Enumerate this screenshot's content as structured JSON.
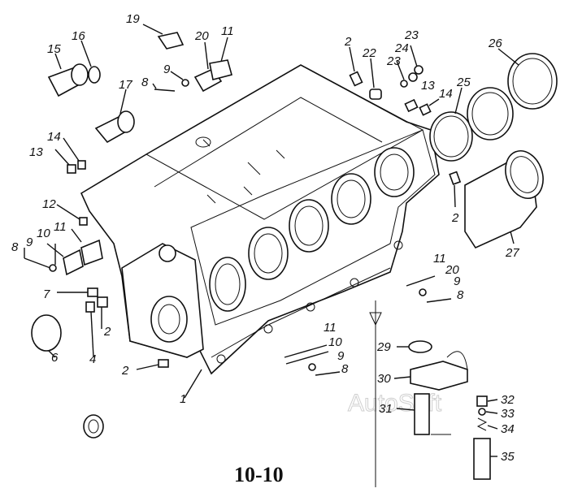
{
  "diagram": {
    "caption": "10-10",
    "watermark": "AutoSoft",
    "callouts": [
      "1",
      "2",
      "4",
      "6",
      "7",
      "8",
      "9",
      "10",
      "11",
      "12",
      "13",
      "14",
      "15",
      "16",
      "17",
      "19",
      "20",
      "22",
      "23",
      "24",
      "25",
      "26",
      "27",
      "29",
      "30",
      "31",
      "32",
      "33",
      "34",
      "35"
    ]
  }
}
